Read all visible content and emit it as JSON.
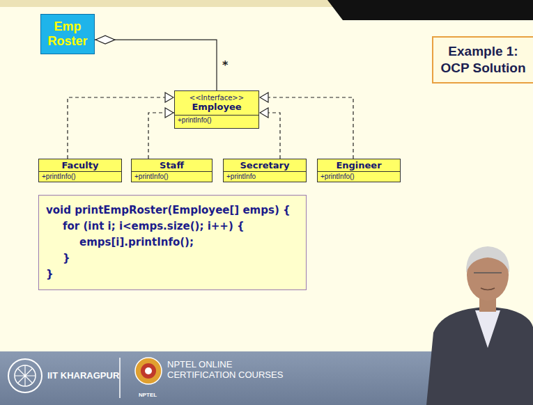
{
  "diagram": {
    "nodes": [
      {
        "text": [
          "Emp Roster"
        ]
      },
      {
        "text": [
          "<<Interface>>",
          "Employee",
          "+printInfo()"
        ]
      },
      {
        "text": [
          "Faculty",
          "+printInfo()"
        ]
      },
      {
        "text": [
          "Staff",
          "+printInfo()"
        ]
      },
      {
        "text": [
          "Secretary",
          "+printInfo"
        ]
      },
      {
        "text": [
          "Engineer",
          "+printInfo()"
        ]
      },
      {
        "text": [
          "void printEmpRoster(Employee[] emps) {",
          "for (int i; i<emps.size(); i++) {",
          "emps[i].printInfo();",
          "}",
          "}"
        ]
      },
      {
        "text": [
          "Example 1: OCP Solution"
        ]
      }
    ],
    "edges": [
      {
        "from": 1,
        "to": 0,
        "arrow": "to"
      },
      {
        "from": 2,
        "to": 1,
        "arrow": "to"
      },
      {
        "from": 3,
        "to": 1,
        "arrow": "to"
      },
      {
        "from": 4,
        "to": 1,
        "arrow": "to"
      },
      {
        "from": 5,
        "to": 1,
        "arrow": "to"
      }
    ],
    "labels": [
      "*",
      "IIT KHARAGPUR",
      "NPTEL ONLINE CERTIFICATION COURSES",
      "NPTEL"
    ]
  }
}
